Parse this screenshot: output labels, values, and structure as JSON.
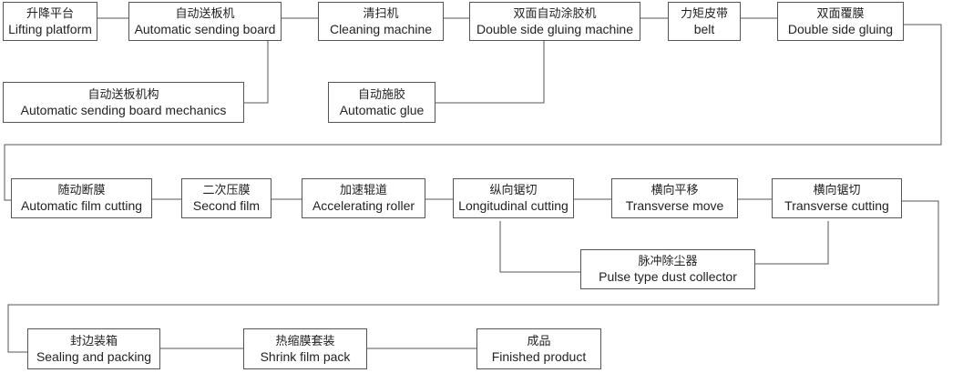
{
  "nodes": {
    "lifting_platform": {
      "zh": "升降平台",
      "en": "Lifting platform"
    },
    "auto_sending_board": {
      "zh": "自动送板机",
      "en": "Automatic sending board"
    },
    "cleaning_machine": {
      "zh": "清扫机",
      "en": "Cleaning machine"
    },
    "double_side_gluing_machine": {
      "zh": "双面自动涂胶机",
      "en": "Double side gluing machine"
    },
    "belt": {
      "zh": "力矩皮带",
      "en": "belt"
    },
    "double_side_gluing": {
      "zh": "双面覆膜",
      "en": "Double side gluing"
    },
    "auto_sending_board_mechanics": {
      "zh": "自动送板机构",
      "en": "Automatic sending board mechanics"
    },
    "automatic_glue": {
      "zh": "自动施胶",
      "en": "Automatic glue"
    },
    "auto_film_cutting": {
      "zh": "随动断膜",
      "en": "Automatic film cutting"
    },
    "second_film": {
      "zh": "二次压膜",
      "en": "Second film"
    },
    "accelerating_roller": {
      "zh": "加速辊道",
      "en": "Accelerating roller"
    },
    "longitudinal_cutting": {
      "zh": "纵向锯切",
      "en": "Longitudinal cutting"
    },
    "transverse_move": {
      "zh": "横向平移",
      "en": "Transverse move"
    },
    "transverse_cutting": {
      "zh": "横向锯切",
      "en": "Transverse cutting"
    },
    "pulse_dust_collector": {
      "zh": "脉冲除尘器",
      "en": "Pulse type dust collector"
    },
    "sealing_packing": {
      "zh": "封边装箱",
      "en": "Sealing and packing"
    },
    "shrink_film_pack": {
      "zh": "热缩膜套装",
      "en": "Shrink film pack"
    },
    "finished_product": {
      "zh": "成品",
      "en": "Finished product"
    }
  },
  "colors": {
    "line": "#555555",
    "text": "#222222"
  }
}
